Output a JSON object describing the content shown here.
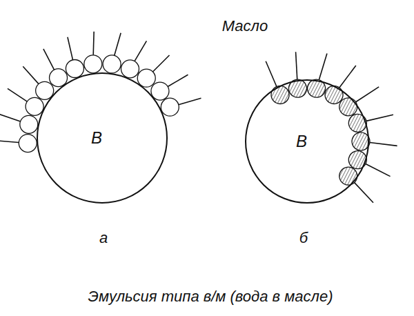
{
  "diagram": {
    "caption": "Эмульсия типа в/м (вода в масле)",
    "nodes": [
      {
        "text": [
          "В"
        ]
      },
      {
        "text": [
          "В"
        ]
      }
    ],
    "labels": [
      "Масло",
      "а",
      "б"
    ]
  }
}
